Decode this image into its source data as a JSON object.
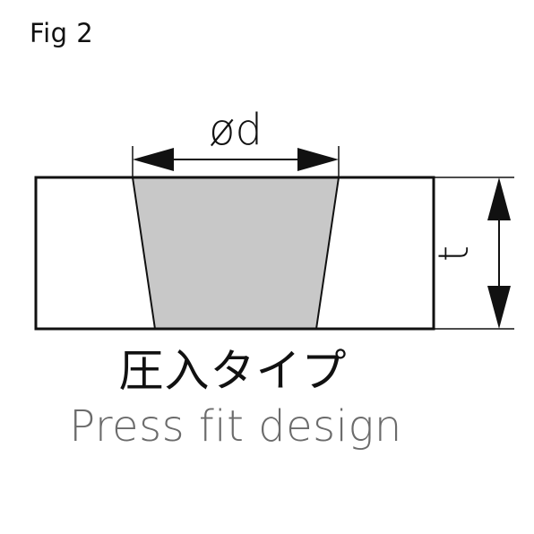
{
  "figure": {
    "label": "Fig 2"
  },
  "dimensions": {
    "diameter_label": "ød",
    "thickness_label": "t"
  },
  "captions": {
    "japanese": "圧入タイプ",
    "english": "Press fit design"
  },
  "colors": {
    "outline": "#111111",
    "insert_fill": "#c8c8c8",
    "caption_en": "#6b6b6b"
  }
}
